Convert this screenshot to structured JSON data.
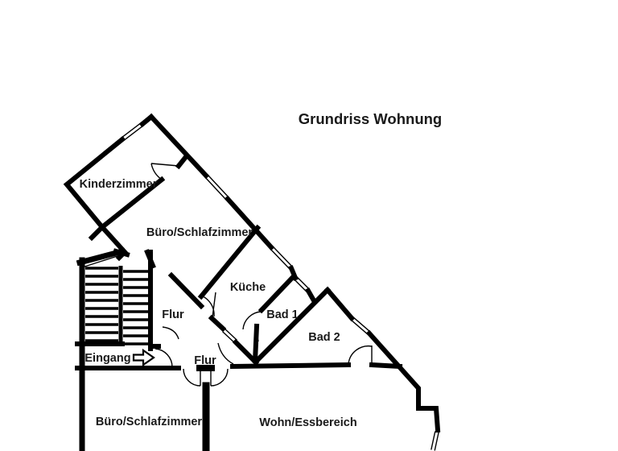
{
  "title": "Grundriss Wohnung",
  "rooms": {
    "kinderzimmer": "Kinderzimmer",
    "buero_schlafzimmer_top": "Büro/Schlafzimmer",
    "kueche": "Küche",
    "flur_upper": "Flur",
    "bad1": "Bad 1",
    "bad2": "Bad 2",
    "eingang": "Eingang",
    "flur_lower": "Flur",
    "buero_schlafzimmer_bottom": "Büro/Schlafzimmer",
    "wohn_essbereich": "Wohn/Essbereich"
  },
  "entrance": {
    "label": "Eingang",
    "arrow_direction": "right"
  },
  "colors": {
    "wall": "#000000",
    "text": "#1a1a1a",
    "background": "#ffffff"
  }
}
